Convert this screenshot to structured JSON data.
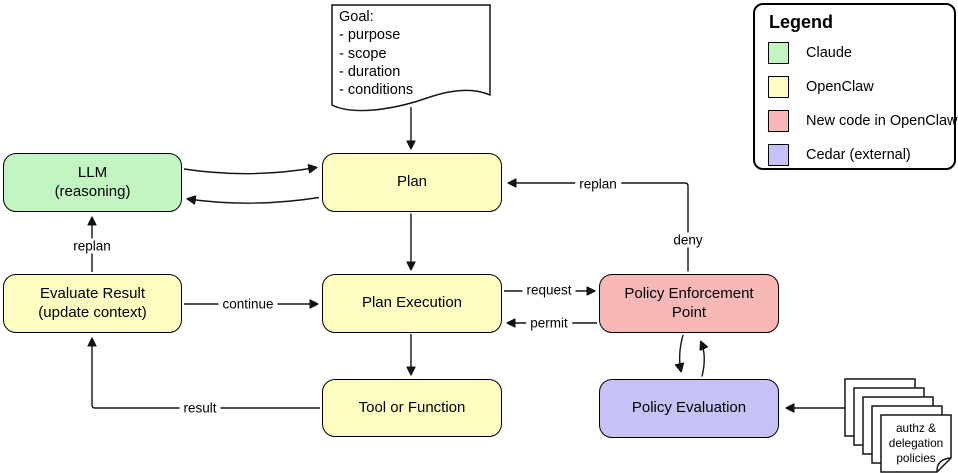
{
  "goal_note": {
    "text": "Goal:\n- purpose\n- scope\n- duration\n- conditions"
  },
  "nodes": {
    "llm": {
      "label": "LLM\n(reasoning)",
      "color": "#c2f5c2"
    },
    "plan": {
      "label": "Plan",
      "color": "#fdfdc2"
    },
    "evaluate_result": {
      "label": "Evaluate Result\n(update context)",
      "color": "#fdfdc2"
    },
    "plan_execution": {
      "label": "Plan Execution",
      "color": "#fdfdc2"
    },
    "tool_or_function": {
      "label": "Tool or Function",
      "color": "#fdfdc2"
    },
    "policy_enforcement_point": {
      "label": "Policy Enforcement\nPoint",
      "color": "#f8b8b8"
    },
    "policy_evaluation": {
      "label": "Policy Evaluation",
      "color": "#c6c2f5"
    }
  },
  "edge_labels": {
    "replan_left": "replan",
    "continue": "continue",
    "request": "request",
    "permit": "permit",
    "deny": "deny",
    "replan_right": "replan",
    "result": "result"
  },
  "policies_note": {
    "text": "authz &\ndelegation\npolicies"
  },
  "legend": {
    "title": "Legend",
    "items": [
      {
        "label": "Claude",
        "color": "#c2f5c2"
      },
      {
        "label": "OpenClaw",
        "color": "#fdfdc2"
      },
      {
        "label": "New code in OpenClaw",
        "color": "#f8b8b8"
      },
      {
        "label": "Cedar (external)",
        "color": "#c6c2f5"
      }
    ]
  }
}
